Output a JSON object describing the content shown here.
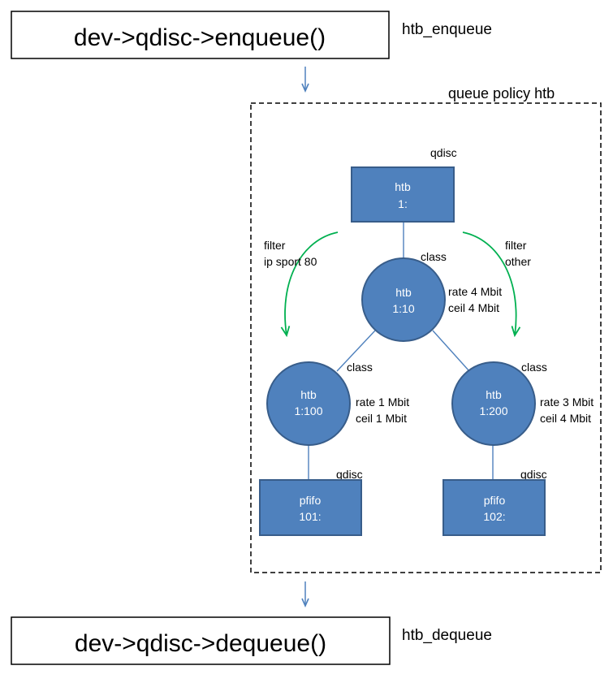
{
  "enqueue": {
    "label": "dev->qdisc->enqueue()",
    "side_label": "htb_enqueue"
  },
  "dequeue": {
    "label": "dev->qdisc->dequeue()",
    "side_label": "htb_dequeue"
  },
  "policy": {
    "label": "queue policy htb"
  },
  "root": {
    "kind_label": "qdisc",
    "line1": "htb",
    "line2": "1:"
  },
  "class_parent": {
    "kind_label": "class",
    "line1": "htb",
    "line2": "1:10",
    "rate": "rate 4 Mbit",
    "ceil": "ceil 4 Mbit"
  },
  "class_left": {
    "kind_label": "class",
    "line1": "htb",
    "line2": "1:100",
    "rate": "rate 1 Mbit",
    "ceil": "ceil 1 Mbit"
  },
  "class_right": {
    "kind_label": "class",
    "line1": "htb",
    "line2": "1:200",
    "rate": "rate 3 Mbit",
    "ceil": "ceil 4 Mbit"
  },
  "leaf_left": {
    "kind_label": "qdisc",
    "line1": "pfifo",
    "line2": "101:"
  },
  "leaf_right": {
    "kind_label": "qdisc",
    "line1": "pfifo",
    "line2": "102:"
  },
  "filter_left": {
    "line1": "filter",
    "line2": "ip sport 80"
  },
  "filter_right": {
    "line1": "filter",
    "line2": "other"
  },
  "colors": {
    "node_fill": "#4f81bd",
    "node_stroke": "#385d8a",
    "node_text": "#ffffff",
    "flow_arrow": "#4f81bd",
    "filter_arrow": "#00b050",
    "edge": "#4f81bd"
  }
}
